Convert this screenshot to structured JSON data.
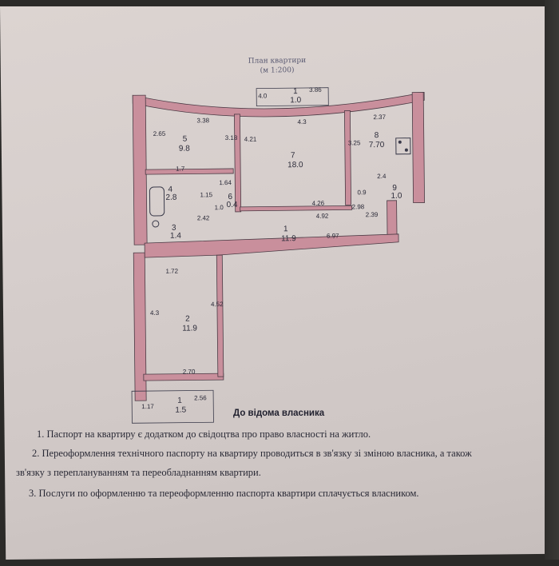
{
  "plan": {
    "title": "План квартири",
    "scale": "(м 1:200)"
  },
  "rooms": [
    {
      "id": "1",
      "area": "11.9"
    },
    {
      "id": "2",
      "area": "11.9"
    },
    {
      "id": "3",
      "area": "1.4"
    },
    {
      "id": "4",
      "area": "2.8"
    },
    {
      "id": "5",
      "area": "9.8"
    },
    {
      "id": "6",
      "area": "0.4"
    },
    {
      "id": "7",
      "area": "18.0"
    },
    {
      "id": "8",
      "area": "7.70"
    },
    {
      "id": "9",
      "area": "1.0"
    },
    {
      "id": "1",
      "area": "1.5"
    },
    {
      "id": "1",
      "area": "1.0"
    }
  ],
  "dimensions": [
    "3.86",
    "4.0",
    "3.38",
    "2.65",
    "3.18",
    "4.21",
    "4.3",
    "2.37",
    "3.25",
    "1.7",
    "1.64",
    "1.15",
    "1.0",
    "4.26",
    "4.92",
    "0.9",
    "2.98",
    "2.4",
    "2.42",
    "6.97",
    "2.39",
    "1.72",
    "4.3",
    "4.52",
    "2.70",
    "2.56",
    "1.17"
  ],
  "owner_note": "До відома власника",
  "notes": [
    "1. Паспорт на квартиру є додатком до свідоцтва про право власності на житло.",
    "2. Переоформлення технічного паспорту на квартиру проводиться в зв'язку зі зміною власника, а також",
    "зв'язку з переплануванням та переобладнанням квартири.",
    "3. Послуги по оформленню та переоформленню паспорта квартири сплачується власником."
  ],
  "colors": {
    "wall": "#c98f9c",
    "line": "#3a3a4a",
    "paper": "#d6cecc"
  }
}
